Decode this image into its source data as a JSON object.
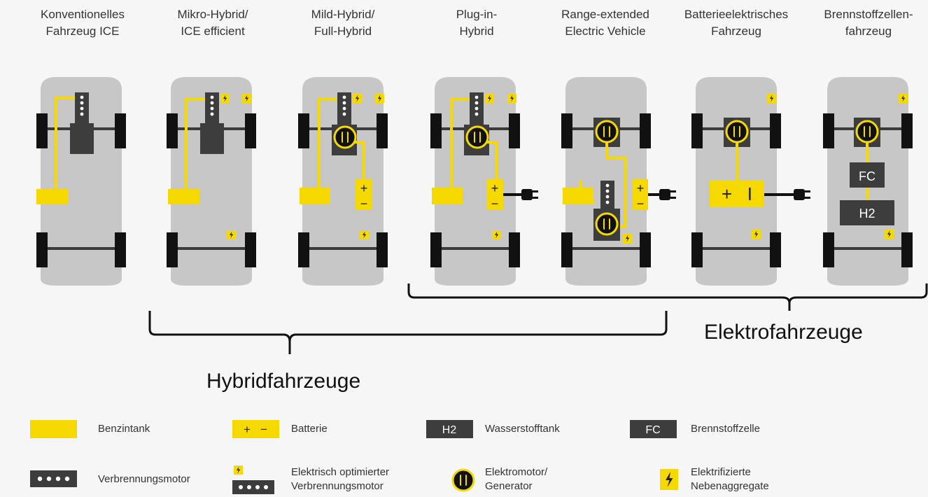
{
  "columns": [
    {
      "line1": "Konventionelles",
      "line2": "Fahrzeug ICE"
    },
    {
      "line1": "Mikro-Hybrid/",
      "line2": "ICE efficient"
    },
    {
      "line1": "Mild-Hybrid/",
      "line2": "Full-Hybrid"
    },
    {
      "line1": "Plug-in-",
      "line2": "Hybrid"
    },
    {
      "line1": "Range-extended",
      "line2": "Electric Vehicle"
    },
    {
      "line1": "Batterieelektrisches",
      "line2": "Fahrzeug"
    },
    {
      "line1": "Brennstoffzellen-",
      "line2": "fahrzeug"
    }
  ],
  "groups": {
    "hybrid": "Hybridfahrzeuge",
    "electric": "Elektrofahrzeuge"
  },
  "component_labels": {
    "fc": "FC",
    "h2": "H2",
    "plus": "+",
    "minus": "−",
    "bev_battery": "+   I"
  },
  "legend": {
    "benzintank": "Benzintank",
    "batterie": "Batterie",
    "batterie_symbol": "+   −",
    "wasserstofftank": "Wasserstofftank",
    "h2_symbol": "H2",
    "brennstoffzelle": "Brennstoffzelle",
    "fc_symbol": "FC",
    "verbrennungsmotor": "Verbrennungsmotor",
    "elektrisch_line1": "Elektrisch optimierter",
    "elektrisch_line2": "Verbrennungsmotor",
    "elektromotor_line1": "Elektromotor/",
    "elektromotor_line2": "Generator",
    "nebenaggregate_line1": "Elektrifizierte",
    "nebenaggregate_line2": "Nebenaggregate"
  },
  "colors": {
    "yellow": "#f5d900",
    "car_body": "#c7c7c7",
    "dark": "#3d3d3d",
    "wheel": "#111111",
    "background": "#f6f6f6"
  }
}
